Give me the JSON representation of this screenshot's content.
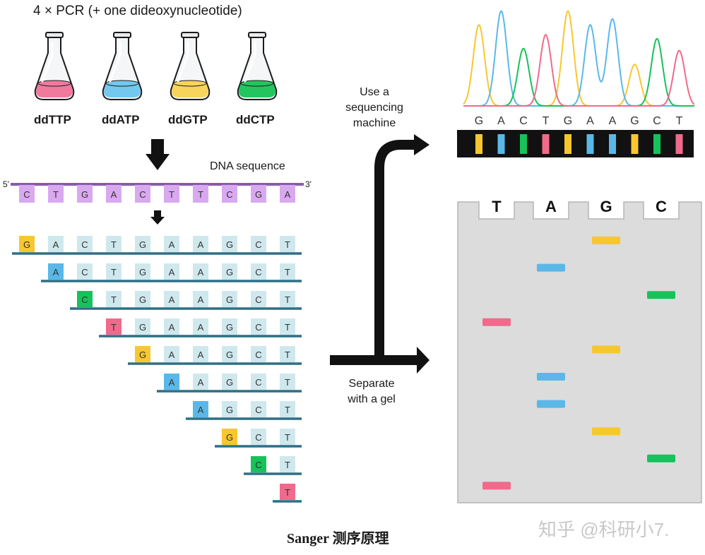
{
  "header": {
    "title": "4 × PCR (+ one dideoxynucleotide)"
  },
  "flasks": [
    {
      "label": "ddTTP",
      "color": "#f0799e"
    },
    {
      "label": "ddATP",
      "color": "#72c8ef"
    },
    {
      "label": "ddGTP",
      "color": "#f7d45a"
    },
    {
      "label": "ddCTP",
      "color": "#22c55e"
    }
  ],
  "template": {
    "label": "DNA sequence",
    "end5": "5'",
    "end3": "3'",
    "bases": [
      "C",
      "T",
      "G",
      "A",
      "C",
      "T",
      "T",
      "C",
      "G",
      "A"
    ]
  },
  "complement": [
    "G",
    "A",
    "C",
    "T",
    "G",
    "A",
    "A",
    "G",
    "C",
    "T"
  ],
  "colors": {
    "G": "#f7c72f",
    "A": "#5ab8e8",
    "C": "#16c25a",
    "T": "#f06a8c",
    "light_cell": "#cfe8ee",
    "template_cell": "#d9a9ef",
    "strand": "#2e6f85",
    "gel": "#dcdcdc"
  },
  "steps": {
    "sequencing": [
      "Use a",
      "sequencing",
      "machine"
    ],
    "gel": [
      "Separate",
      "with a gel"
    ]
  },
  "chromatogram": {
    "bases": [
      "G",
      "A",
      "C",
      "T",
      "G",
      "A",
      "A",
      "G",
      "C",
      "T"
    ],
    "peaks": [
      0.82,
      0.96,
      0.58,
      0.72,
      0.96,
      0.82,
      0.88,
      0.42,
      0.68,
      0.56
    ]
  },
  "gel": {
    "lanes": [
      "T",
      "A",
      "G",
      "C"
    ],
    "bands": [
      "G",
      "A",
      "C",
      "T",
      "G",
      "A",
      "A",
      "G",
      "C",
      "T"
    ]
  },
  "caption": "Sanger 测序原理",
  "watermark": "知乎 @科研小7."
}
